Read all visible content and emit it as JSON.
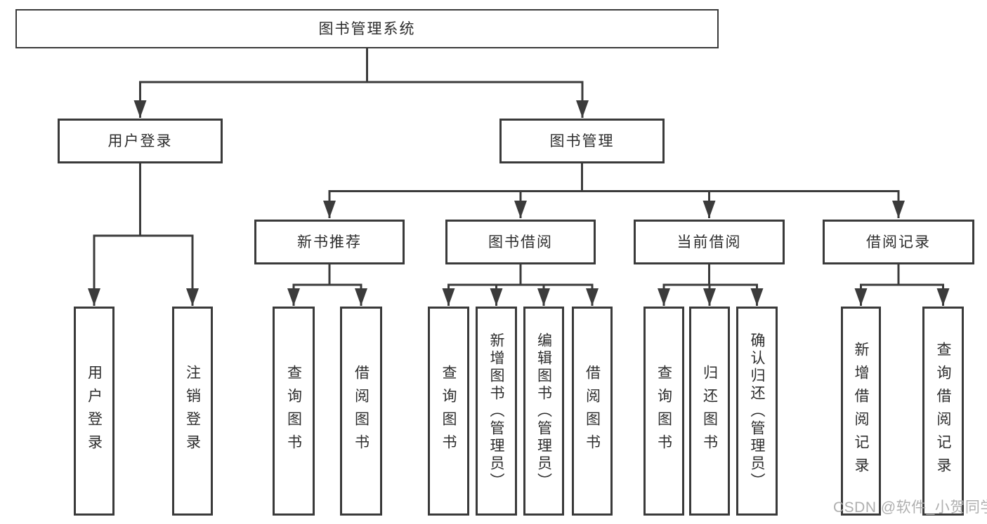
{
  "tree": {
    "label": "图书管理系统",
    "children": [
      {
        "label": "用户登录",
        "children": [
          {
            "label": "用户登录"
          },
          {
            "label": "注销登录"
          }
        ]
      },
      {
        "label": "图书管理",
        "children": [
          {
            "label": "新书推荐",
            "children": [
              {
                "label": "查询图书"
              },
              {
                "label": "借阅图书"
              }
            ]
          },
          {
            "label": "图书借阅",
            "children": [
              {
                "label": "查询图书"
              },
              {
                "label": "新增图书（管理员）"
              },
              {
                "label": "编辑图书（管理员）"
              },
              {
                "label": "借阅图书"
              }
            ]
          },
          {
            "label": "当前借阅",
            "children": [
              {
                "label": "查询图书"
              },
              {
                "label": "归还图书"
              },
              {
                "label": "确认归还（管理员）"
              }
            ]
          },
          {
            "label": "借阅记录",
            "children": [
              {
                "label": "新增借阅记录"
              },
              {
                "label": "查询借阅记录"
              }
            ]
          }
        ]
      }
    ]
  },
  "watermark": "CSDN @软件_小贺同学",
  "colors": {
    "line": "#3b3b3b",
    "box_border": "#3a3a3a",
    "text": "#2d2d2d",
    "watermark": "#ababab",
    "background": "#ffffff"
  }
}
